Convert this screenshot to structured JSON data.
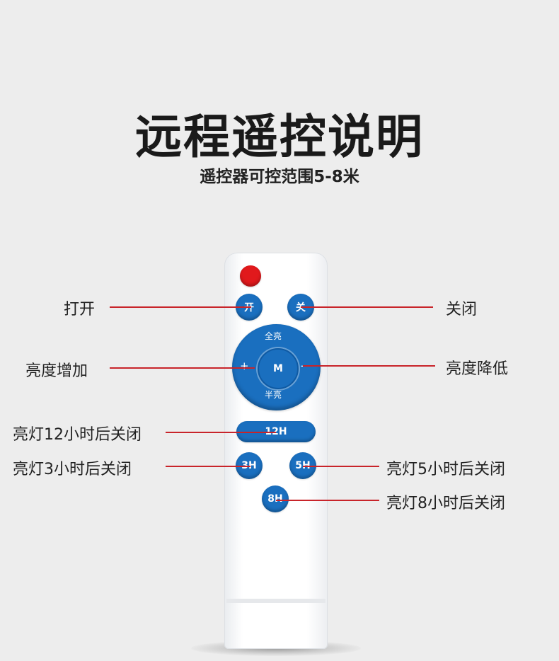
{
  "title": "远程遥控说明",
  "subtitle": "遥控器可控范围5-8米",
  "remote": {
    "btn_on": "开",
    "btn_off": "关",
    "btn_full": "全亮",
    "btn_half": "半亮",
    "btn_plus": "+",
    "btn_minus": "−",
    "btn_mode": "M",
    "btn_12h": "12H",
    "btn_3h": "3H",
    "btn_5h": "5H",
    "btn_8h": "8H"
  },
  "callouts": {
    "open": "打开",
    "close": "关闭",
    "brightness_up": "亮度增加",
    "brightness_down": "亮度降低",
    "off_12h": "亮灯12小时后关闭",
    "off_3h": "亮灯3小时后关闭",
    "off_5h": "亮灯5小时后关闭",
    "off_8h": "亮灯8小时后关闭"
  },
  "colors": {
    "button_blue": "#1a6fbf",
    "power_red": "#e1191c",
    "leader_line": "#c8242a"
  }
}
